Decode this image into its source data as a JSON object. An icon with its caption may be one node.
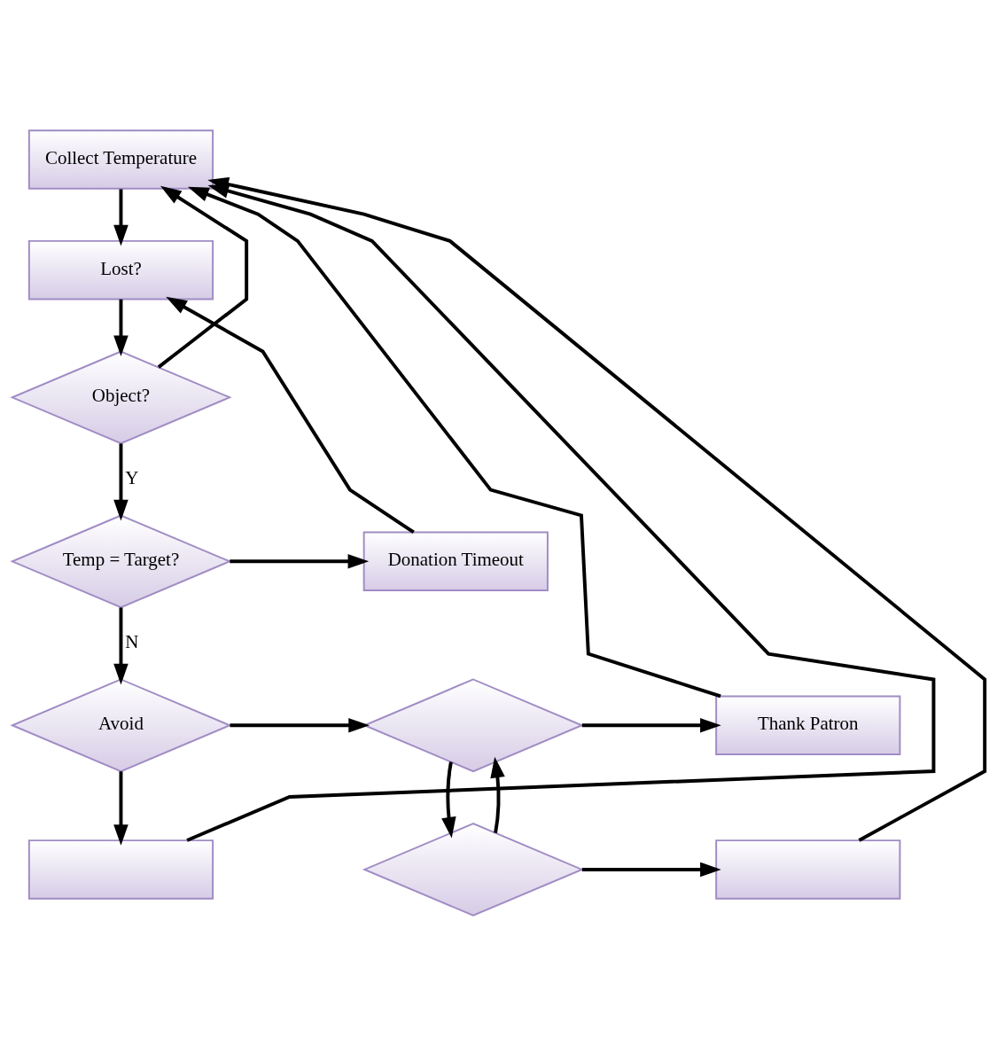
{
  "diagram": {
    "nodes": [
      {
        "text": [
          "Collect Temperature"
        ]
      },
      {
        "text": [
          "Lost?"
        ]
      },
      {
        "text": [
          "Object?"
        ]
      },
      {
        "text": [
          "Temp = Target?"
        ]
      },
      {
        "text": [
          "Donation Timeout"
        ]
      },
      {
        "text": [
          "Avoid"
        ]
      },
      {
        "text": [],
        "shape": "diamond"
      },
      {
        "text": [
          "Thank Patron"
        ]
      },
      {
        "text": [],
        "shape": "box"
      },
      {
        "text": [],
        "shape": "diamond"
      },
      {
        "text": [],
        "shape": "box"
      }
    ],
    "edges": [
      {
        "from": 0,
        "to": 1,
        "arrow": "to"
      },
      {
        "from": 1,
        "to": 2,
        "arrow": "to"
      },
      {
        "from": 2,
        "to": 3,
        "label": "Y",
        "arrow": "to"
      },
      {
        "from": 3,
        "to": 4,
        "arrow": "to"
      },
      {
        "from": 4,
        "to": 1,
        "arrow": "to"
      },
      {
        "from": 3,
        "to": 5,
        "label": "N",
        "arrow": "to"
      },
      {
        "from": 2,
        "to": 0,
        "arrow": "to"
      },
      {
        "from": 5,
        "to": 6,
        "arrow": "to"
      },
      {
        "from": 6,
        "to": 7,
        "arrow": "to"
      },
      {
        "from": 6,
        "to": 9,
        "arrow": "to"
      },
      {
        "from": 9,
        "to": 6,
        "arrow": "to"
      },
      {
        "from": 9,
        "to": 10,
        "arrow": "to"
      },
      {
        "from": 5,
        "to": 8,
        "arrow": "to"
      },
      {
        "from": 8,
        "to": 0,
        "arrow": "to"
      },
      {
        "from": 7,
        "to": 0,
        "arrow": "to"
      },
      {
        "from": 10,
        "to": 0,
        "arrow": "to"
      }
    ]
  }
}
